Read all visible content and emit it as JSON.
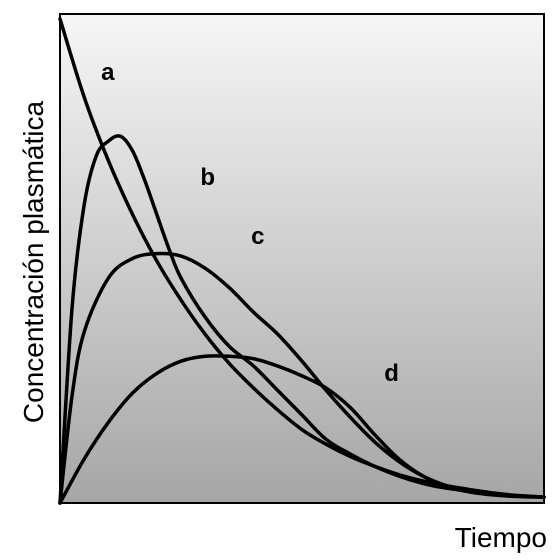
{
  "chart_data": {
    "type": "line",
    "title": "",
    "xlabel": "Tiempo",
    "ylabel": "Concentración plasmática",
    "xlim": [
      0,
      10
    ],
    "ylim": [
      0,
      10
    ],
    "grid": false,
    "legend": "none",
    "colors": {
      "background_top": "#f6f6f6",
      "background_bottom": "#a6a6a6",
      "line": "#000000"
    },
    "series": [
      {
        "name": "a",
        "x": [
          0,
          0.5,
          1,
          1.5,
          2,
          2.5,
          3,
          3.5,
          4,
          4.5,
          5,
          5.5,
          6,
          6.5,
          7,
          7.5,
          8,
          8.5,
          9,
          9.5,
          10
        ],
        "y": [
          9.9,
          8.3,
          7.0,
          5.9,
          4.95,
          4.15,
          3.45,
          2.85,
          2.35,
          1.9,
          1.5,
          1.2,
          0.95,
          0.75,
          0.58,
          0.45,
          0.35,
          0.27,
          0.2,
          0.15,
          0.12
        ]
      },
      {
        "name": "b",
        "x": [
          0,
          0.25,
          0.5,
          0.75,
          1,
          1.25,
          1.5,
          1.75,
          2,
          2.25,
          2.5,
          3,
          3.5,
          4,
          4.5,
          5,
          5.5,
          6,
          6.5,
          7,
          7.5,
          8,
          9,
          10
        ],
        "y": [
          0,
          4.0,
          6.1,
          7.1,
          7.4,
          7.5,
          7.2,
          6.6,
          5.9,
          5.2,
          4.6,
          3.8,
          3.2,
          2.8,
          2.3,
          1.8,
          1.3,
          1.0,
          0.75,
          0.55,
          0.4,
          0.3,
          0.18,
          0.12
        ]
      },
      {
        "name": "c",
        "x": [
          0,
          0.25,
          0.5,
          1,
          1.5,
          2,
          2.5,
          3,
          3.5,
          4,
          4.5,
          5,
          5.5,
          6,
          6.5,
          7,
          7.5,
          8,
          8.5,
          9,
          10
        ],
        "y": [
          0,
          2.2,
          3.5,
          4.6,
          5.0,
          5.1,
          5.05,
          4.8,
          4.4,
          3.9,
          3.45,
          2.9,
          2.3,
          1.75,
          1.25,
          0.85,
          0.55,
          0.35,
          0.25,
          0.18,
          0.12
        ]
      },
      {
        "name": "d",
        "x": [
          0,
          0.5,
          1,
          1.5,
          2,
          2.5,
          3,
          3.5,
          4,
          4.5,
          5,
          5.5,
          6,
          6.5,
          7,
          7.5,
          8,
          8.5,
          9,
          9.5,
          10
        ],
        "y": [
          0,
          0.9,
          1.65,
          2.25,
          2.65,
          2.9,
          3.0,
          3.0,
          2.95,
          2.8,
          2.6,
          2.35,
          1.95,
          1.4,
          0.9,
          0.55,
          0.33,
          0.22,
          0.16,
          0.13,
          0.12
        ]
      }
    ],
    "annotations": [
      {
        "text": "a",
        "x": 0.85,
        "y": 8.65
      },
      {
        "text": "b",
        "x": 2.9,
        "y": 6.5
      },
      {
        "text": "c",
        "x": 3.95,
        "y": 5.3
      },
      {
        "text": "d",
        "x": 6.7,
        "y": 2.5
      }
    ]
  }
}
